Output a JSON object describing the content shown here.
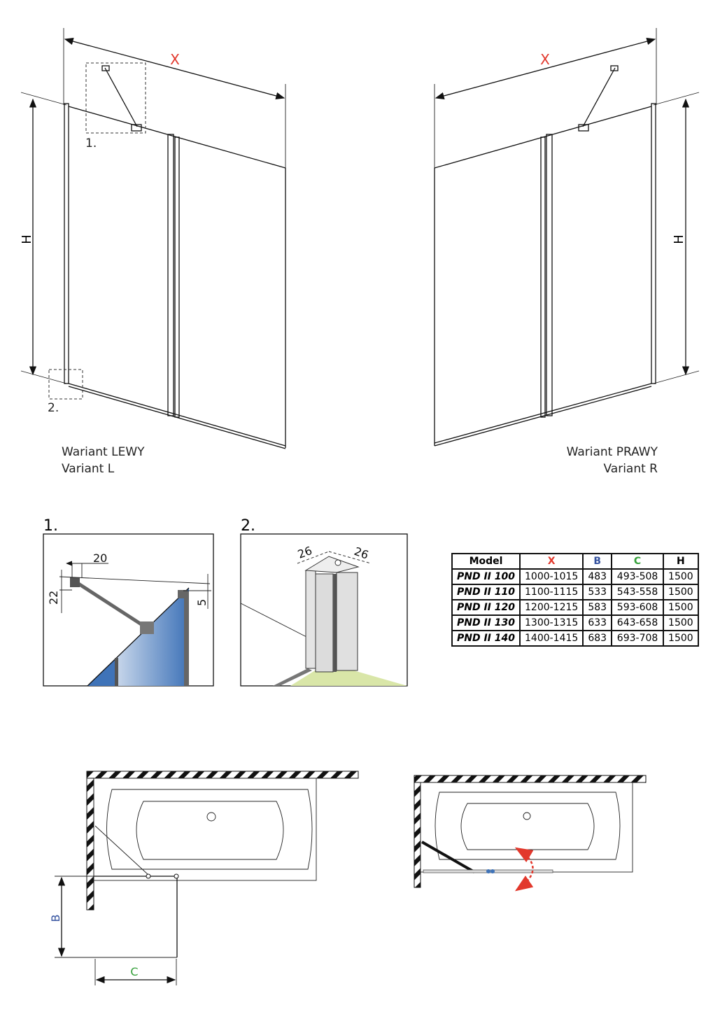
{
  "dimensions": {
    "x": "X",
    "h": "H",
    "b": "B",
    "c": "C"
  },
  "variants": {
    "left": {
      "line1": "Wariant LEWY",
      "line2": "Variant L"
    },
    "right": {
      "line1": "Wariant PRAWY",
      "line2": "Variant R"
    }
  },
  "callouts": {
    "one": "1.",
    "two": "2."
  },
  "detail1": {
    "dim_20": "20",
    "dim_22": "22",
    "dim_5": "5"
  },
  "detail2": {
    "dim_26a": "26",
    "dim_26b": "26"
  },
  "colors": {
    "x": "#e2382c",
    "b": "#34529f",
    "c": "#35a03a",
    "glass": "#3f73b8",
    "floor": "#d9e6a8"
  },
  "table": {
    "headers": [
      "Model",
      "X",
      "B",
      "C",
      "H"
    ],
    "rows": [
      [
        "PND II 100",
        "1000-1015",
        "483",
        "493-508",
        "1500"
      ],
      [
        "PND II 110",
        "1100-1115",
        "533",
        "543-558",
        "1500"
      ],
      [
        "PND II 120",
        "1200-1215",
        "583",
        "593-608",
        "1500"
      ],
      [
        "PND II 130",
        "1300-1315",
        "633",
        "643-658",
        "1500"
      ],
      [
        "PND II 140",
        "1400-1415",
        "683",
        "693-708",
        "1500"
      ]
    ]
  }
}
